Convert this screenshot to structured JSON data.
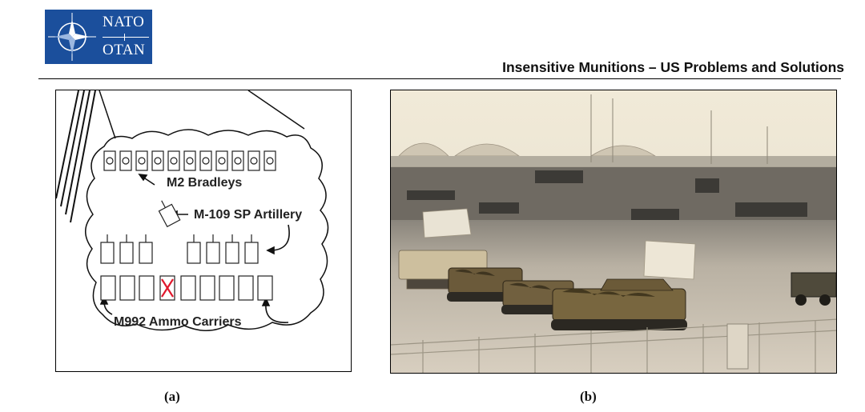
{
  "logo": {
    "line1": "NATO",
    "line2": "OTAN"
  },
  "header": {
    "title": "Insensitive Munitions – US Problems and Solutions"
  },
  "figure_a": {
    "labels": {
      "bradleys": "M2 Bradleys",
      "artillery": "M-109 SP Artillery",
      "ammo": "M992 Ammo Carriers"
    },
    "caption": "(a)"
  },
  "figure_b": {
    "caption": "(b)"
  },
  "colors": {
    "nato_blue": "#1b4f9c",
    "ammo_cross": "#e0182c"
  }
}
